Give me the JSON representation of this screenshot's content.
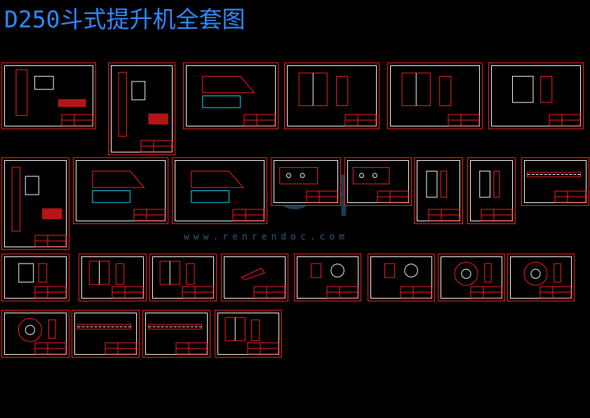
{
  "title": "D250斗式提升机全套图",
  "watermark": "www.renrendoc.com",
  "colors": {
    "background": "#000000",
    "title": "#2e8bff",
    "frame": "#ff2020",
    "border": "#ffffff",
    "accent": "#00e0ff"
  },
  "sheets": [
    {
      "id": "s01",
      "variant": "elevator"
    },
    {
      "id": "s02",
      "variant": "elevator"
    },
    {
      "id": "s03",
      "variant": "hopper"
    },
    {
      "id": "s04",
      "variant": "frame"
    },
    {
      "id": "s05",
      "variant": "frame"
    },
    {
      "id": "s06",
      "variant": "box"
    },
    {
      "id": "s07",
      "variant": "elevator"
    },
    {
      "id": "s08",
      "variant": "hopper"
    },
    {
      "id": "s09",
      "variant": "hopper"
    },
    {
      "id": "s10",
      "variant": "plate"
    },
    {
      "id": "s11",
      "variant": "plate"
    },
    {
      "id": "s12",
      "variant": "box"
    },
    {
      "id": "s13",
      "variant": "box"
    },
    {
      "id": "s14",
      "variant": "shaft"
    },
    {
      "id": "s15",
      "variant": "box"
    },
    {
      "id": "s16",
      "variant": "frame"
    },
    {
      "id": "s17",
      "variant": "frame"
    },
    {
      "id": "s18",
      "variant": "bracket"
    },
    {
      "id": "s19",
      "variant": "part"
    },
    {
      "id": "s20",
      "variant": "part"
    },
    {
      "id": "s21",
      "variant": "wheel"
    },
    {
      "id": "s22",
      "variant": "wheel"
    },
    {
      "id": "s23",
      "variant": "wheel"
    },
    {
      "id": "s24",
      "variant": "shaft"
    },
    {
      "id": "s25",
      "variant": "shaft"
    },
    {
      "id": "s26",
      "variant": "frame"
    },
    {
      "id": "s27",
      "variant": "frame"
    }
  ]
}
